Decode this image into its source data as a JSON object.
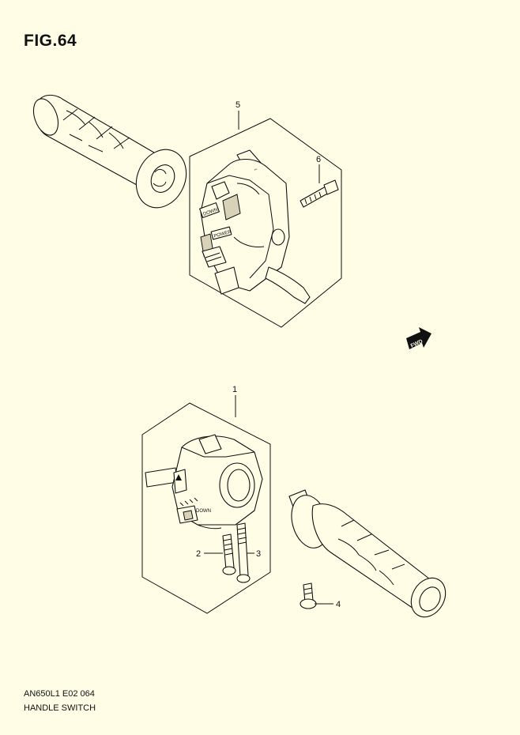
{
  "figure": {
    "title": "FIG.64",
    "model_code": "AN650L1 E02 064",
    "name": "HANDLE SWITCH"
  },
  "callouts": {
    "part_1": "1",
    "part_2": "2",
    "part_3": "3",
    "part_4": "4",
    "part_5": "5",
    "part_6": "6"
  },
  "direction_marker": {
    "label": "FWD"
  },
  "switch_labels": {
    "down": "DOWN",
    "power": "POWER",
    "down_small": "DOWN"
  }
}
